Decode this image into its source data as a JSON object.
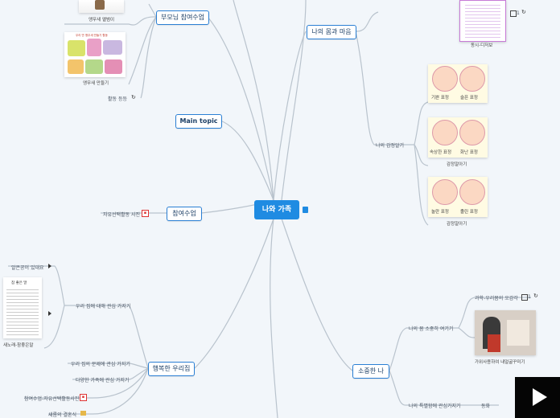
{
  "central": {
    "title": "나와 가족"
  },
  "branches": {
    "parent_class": "부모님 참여수업",
    "main_topic": "Main topic",
    "participation": "참여수업",
    "happy_house": "행복한 우리집",
    "body_mind": "나의 몸과 마음",
    "precious_me": "소중한 나"
  },
  "parent_class_items": {
    "parrot_album": "앵무새 앨범이",
    "parrot_make": "앵무새 만들기",
    "activity_etc": "활동 등등",
    "parrot_card_title": "우리 반 앵무새 만들기 활동"
  },
  "participation_items": {
    "free_photo": "자유선택활동 사진"
  },
  "happy_items": {
    "homework": "알은공이 있대요",
    "family_interest": "우리 집에 대해 관심 가지기",
    "letter_caption": "새노래-참좋은말",
    "letter_title": "참 좋은 말",
    "house_interest": "우리 집의 문제에 관심 가지기",
    "various_family": "다양한 가족에 관심 가지기",
    "free_photo2": "참여수업-자유선택활동사진",
    "wedding": "새롬의 결혼식"
  },
  "body_items": {
    "emotion": "나의 감정알기",
    "poem_caption": "동시-디저보",
    "note_count": "1",
    "faces": [
      "기쁜 표정",
      "슬픈 표정",
      "속상한 표정",
      "화난 표정",
      "놀란 표정",
      "졸린 표정"
    ],
    "emotion_caption": "감정알아기"
  },
  "precious_items": {
    "my_body": "나의 몸 소중히 여기기",
    "science": "과학-우리몸의 오감각",
    "note_count": "1",
    "photo_caption": "가위사용하여 내얼굴꾸미기",
    "special": "나의 특별함에 관심가지기",
    "song": "동화"
  },
  "colors": {
    "accent": "#2a7fd4",
    "central": "#1f8be2",
    "line": "#b8c2cc"
  }
}
